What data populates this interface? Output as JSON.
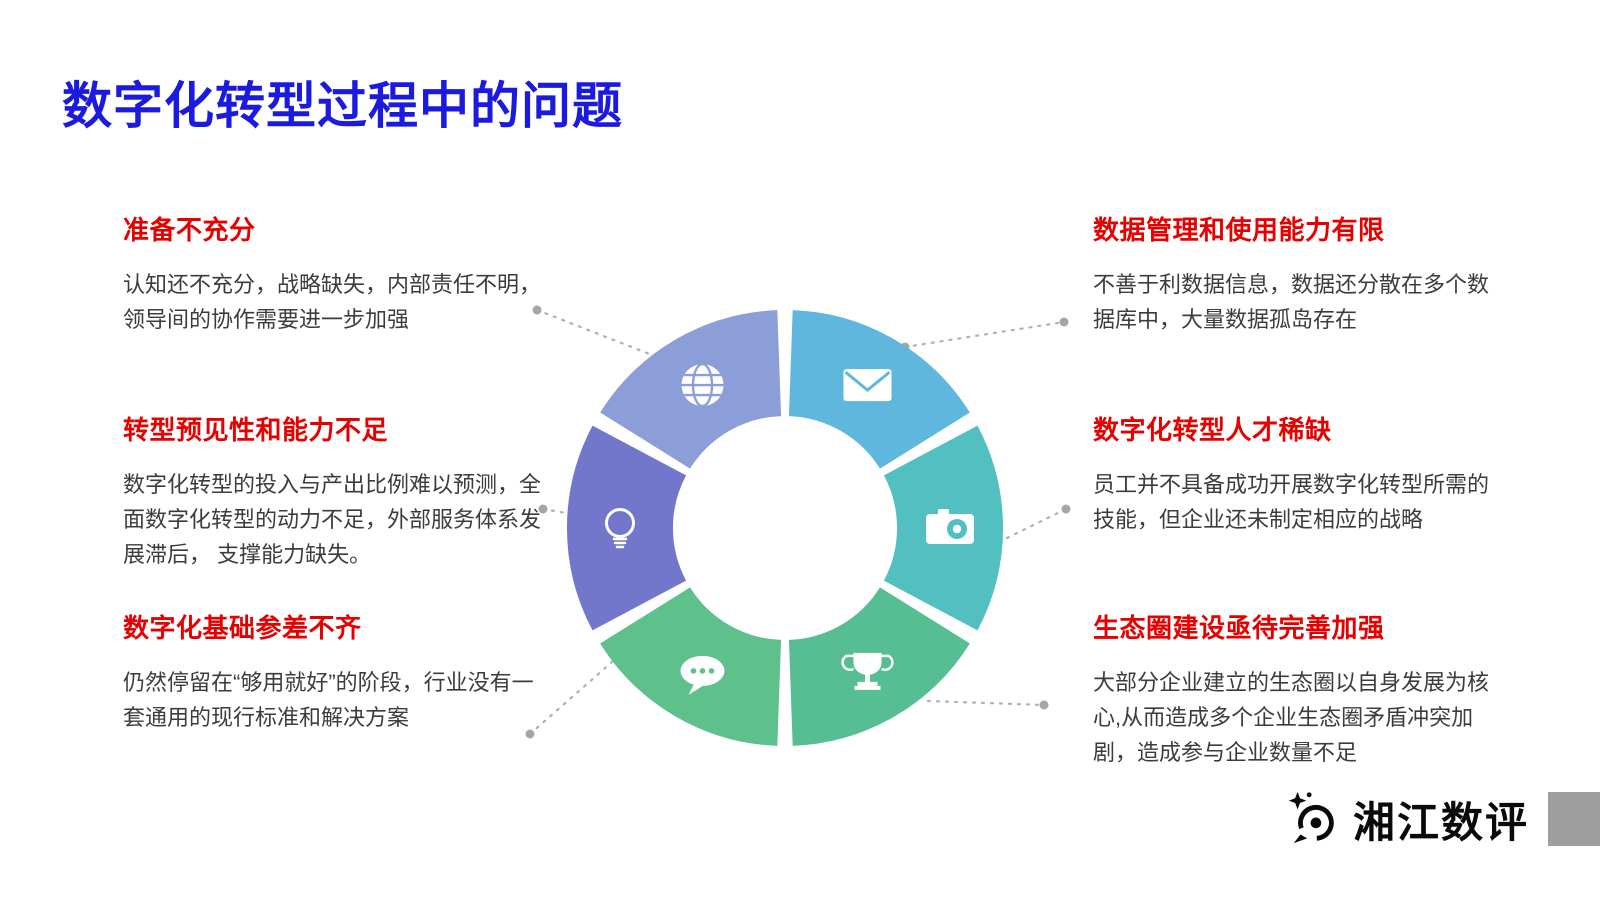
{
  "slide": {
    "title": "数字化转型过程中的问题"
  },
  "left_items": [
    {
      "heading": "准备不充分",
      "body": "认知还不充分，战略缺失，内部责任不明，领导间的协作需要进一步加强"
    },
    {
      "heading": "转型预见性和能力不足",
      "body": "数字化转型的投入与产出比例难以预测，全面数字化转型的动力不足，外部服务体系发展滞后， 支撑能力缺失。"
    },
    {
      "heading": "数字化基础参差不齐",
      "body": "仍然停留在“够用就好”的阶段，行业没有一套通用的现行标准和解决方案"
    }
  ],
  "right_items": [
    {
      "heading": "数据管理和使用能力有限",
      "body": "不善于利数据信息，数据还分散在多个数据库中，大量数据孤岛存在"
    },
    {
      "heading": "数字化转型人才稀缺",
      "body": "员工并不具备成功开展数字化转型所需的技能，但企业还未制定相应的战略"
    },
    {
      "heading": "生态圈建设亟待完善加强",
      "body": "大部分企业建立的生态圈以自身发展为核心,从而造成多个企业生态圈矛盾冲突加剧，造成参与企业数量不足"
    }
  ],
  "wheel": {
    "segments": [
      {
        "icon": "globe-icon",
        "color": "#8c9ed8"
      },
      {
        "icon": "envelope-icon",
        "color": "#5fb7de"
      },
      {
        "icon": "camera-icon",
        "color": "#52bfc1"
      },
      {
        "icon": "trophy-icon",
        "color": "#57be93"
      },
      {
        "icon": "speech-bubble-icon",
        "color": "#5ec08a"
      },
      {
        "icon": "lightbulb-icon",
        "color": "#7377cb"
      }
    ]
  },
  "watermark": {
    "text": "湘江数评"
  },
  "colors": {
    "title_blue": "#1b1be0",
    "heading_red": "#e60000",
    "body_text": "#3c3c3c",
    "connector_gray": "#b0b0b0",
    "corner_bar_gray": "#9e9e9e"
  }
}
